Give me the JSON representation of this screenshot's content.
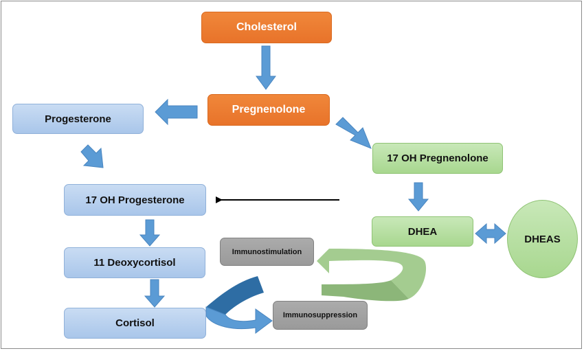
{
  "nodes": {
    "cholesterol": "Cholesterol",
    "pregnenolone": "Pregnenolone",
    "progesterone": "Progesterone",
    "oh17_pregnenolone": "17 OH Pregnenolone",
    "oh17_progesterone": "17 OH Progesterone",
    "dhea": "DHEA",
    "dheas": "DHEAS",
    "deoxycortisol": "11 Deoxycortisol",
    "cortisol": "Cortisol",
    "immunostimulation": "Immunostimulation",
    "immunosuppression": "Immunosuppression"
  },
  "colors": {
    "orange": "#ed7d31",
    "blue": "#a9c6ea",
    "green": "#a8d78f",
    "gray": "#a0a0a0",
    "arrow_blue": "#5b9bd5",
    "dark_blue": "#2e6da4",
    "arrow_green": "#9fc98a"
  }
}
